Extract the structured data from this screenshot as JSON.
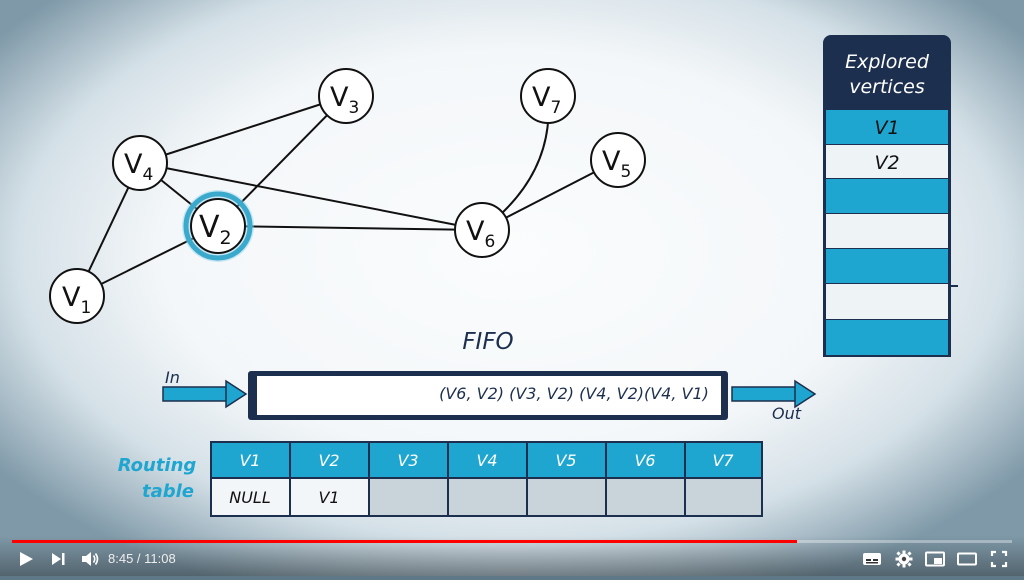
{
  "graph": {
    "vertices": [
      {
        "id": "v1",
        "main": "V",
        "sub": "1"
      },
      {
        "id": "v2",
        "main": "V",
        "sub": "2"
      },
      {
        "id": "v3",
        "main": "V",
        "sub": "3"
      },
      {
        "id": "v4",
        "main": "V",
        "sub": "4"
      },
      {
        "id": "v5",
        "main": "V",
        "sub": "5"
      },
      {
        "id": "v6",
        "main": "V",
        "sub": "6"
      },
      {
        "id": "v7",
        "main": "V",
        "sub": "7"
      }
    ],
    "highlighted_vertex": "v2",
    "highlight_color": "#3ba9cc"
  },
  "explored": {
    "title_line1": "Explored",
    "title_line2": "vertices",
    "rows": [
      "V1",
      "V2",
      "",
      "",
      "",
      "",
      ""
    ],
    "header_color": "#1c2f4e",
    "row_color": "#1fa6d0"
  },
  "fifo": {
    "title": "FIFO",
    "in_label": "In",
    "out_label": "Out",
    "content": "(V6, V2) (V3, V2) (V4, V2)(V4, V1)"
  },
  "routing": {
    "label_line1": "Routing",
    "label_line2": "table",
    "headers": [
      "V1",
      "V2",
      "V3",
      "V4",
      "V5",
      "V6",
      "V7"
    ],
    "values": [
      "NULL",
      "V1",
      "",
      "",
      "",
      "",
      ""
    ]
  },
  "player": {
    "time": "8:45 / 11:08",
    "progress": 0.785,
    "accent": "#ff0000"
  }
}
